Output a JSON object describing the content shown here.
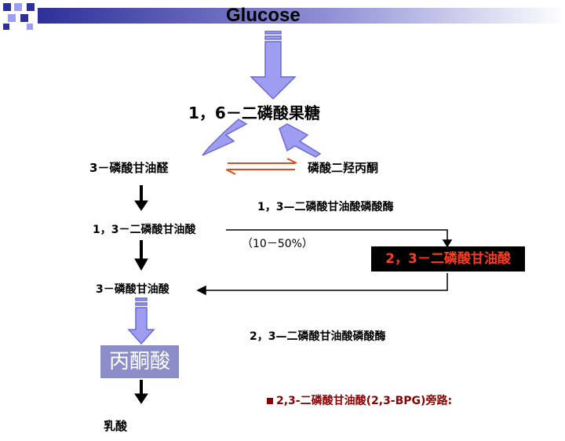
{
  "title": "Glucose",
  "nodes": {
    "fructose_bisphosphate": "1，6－二磷酸果糖",
    "g3p": "3－磷酸甘油醛",
    "dhap": "磷酸二羟丙酮",
    "bpg13": "1，3－二磷酸甘油酸",
    "pg3": "3－磷酸甘油酸",
    "pyruvate": "丙酮酸",
    "lactate": "乳酸",
    "bpg23": "2，3－二磷酸甘油酸"
  },
  "labels": {
    "mutase": "1，3—二磷酸甘油酸磷酸酶",
    "percent": "（10－50%）",
    "phosphatase": "2，3—二磷酸甘油酸磷酸酶",
    "pathway": "2,3-二磷酸甘油酸(2,3-BPG)旁路:"
  },
  "colors": {
    "arrow_fill": "#9d9df2",
    "arrow_stroke": "#6a6ad0",
    "equilibrium_arrow": "#e04a1a",
    "highlight_text": "#ff3b1f",
    "pathway_text": "#8b0000",
    "decor_blue": "#4b4bb0"
  }
}
